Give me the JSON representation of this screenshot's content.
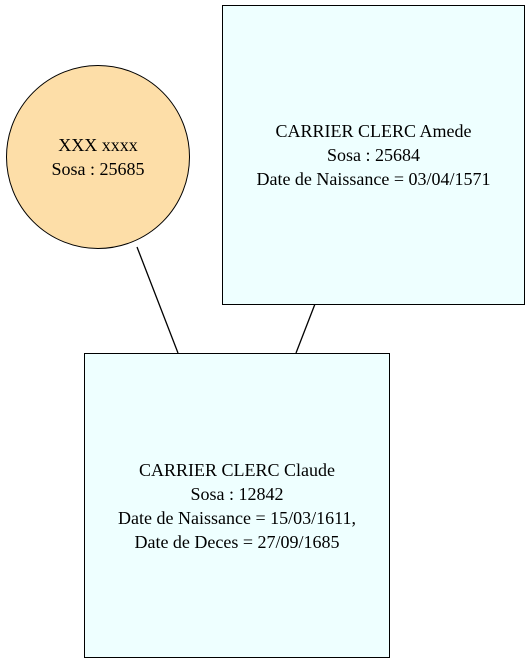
{
  "colors": {
    "box_fill": "#eeffff",
    "circle_fill": "#fddea8",
    "stroke": "#000000"
  },
  "nodes": {
    "mother": {
      "shape": "circle",
      "name": "XXX xxxx",
      "sosa": "Sosa : 25685"
    },
    "father": {
      "shape": "box",
      "name": "CARRIER CLERC Amede",
      "sosa": "Sosa : 25684",
      "birth": "Date de Naissance = 03/04/1571"
    },
    "child": {
      "shape": "box",
      "name": "CARRIER CLERC Claude",
      "sosa": "Sosa : 12842",
      "birth": "Date de Naissance = 15/03/1611,",
      "death": "Date de Deces = 27/09/1685"
    }
  },
  "edges": [
    {
      "from": "mother",
      "to": "child"
    },
    {
      "from": "father",
      "to": "child"
    }
  ]
}
